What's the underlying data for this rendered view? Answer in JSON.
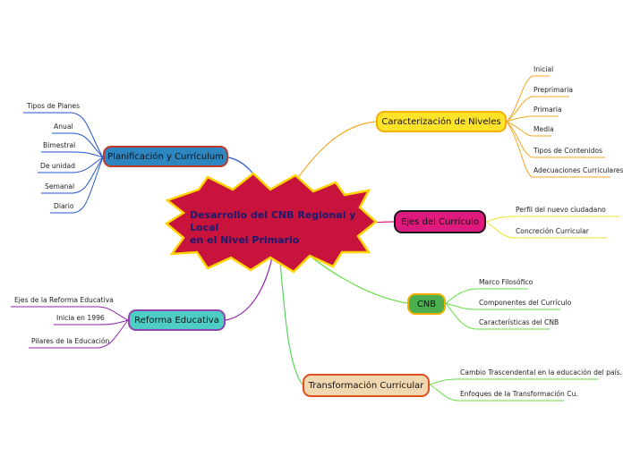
{
  "central": {
    "title_line1": "Desarrollo del CNB Regional y Local",
    "title_line2": "en el Nivel Primario",
    "fill": "#c8143c",
    "stroke": "#ffd400"
  },
  "branches": [
    {
      "id": "caracterizacion",
      "label": "Caracterización de Niveles",
      "fill": "#ffe32b",
      "border": "#f1b000",
      "line_color": "#f5a623",
      "leaves": [
        "Inicial",
        "Preprimaria",
        "Primaria",
        "Media",
        "Tipos de Contenidos",
        "Adecuaciones Curriculares"
      ]
    },
    {
      "id": "ejes",
      "label": "Ejes del Currículo",
      "fill": "#e0197d",
      "border": "#1a1a1a",
      "line_color": "#e0197d",
      "leaves": [
        "Perfil del nuevo ciudadano",
        "Concreción Curricular"
      ]
    },
    {
      "id": "cnb",
      "label": "CNB",
      "fill": "#4caf50",
      "border": "#f1b000",
      "line_color": "#66dd44",
      "leaves": [
        "Marco Filosófico",
        "Componentes del Currículo",
        "Características del CNB"
      ]
    },
    {
      "id": "transformacion",
      "label": "Transformación Curricular",
      "fill": "#f2d8b0",
      "border": "#e05020",
      "line_color": "#5ad65a",
      "leaves": [
        "Cambio Trascendental en la educación del país.",
        "Enfoques de la Transformación Cu."
      ]
    },
    {
      "id": "planificacion",
      "label": "Planificación y Currículum",
      "fill": "#2e86c1",
      "border": "#c0392b",
      "line_color": "#2255cc",
      "leaves": [
        "Tipos de Planes",
        "Anual",
        "Bimestral",
        "De unidad",
        "Semanal",
        "Diario"
      ]
    },
    {
      "id": "reforma",
      "label": "Reforma Educativa",
      "fill": "#4ecdc4",
      "border": "#8e44ad",
      "line_color": "#8e24aa",
      "leaves": [
        "Ejes de la Reforma Educativa",
        "Inicia en 1996",
        "Pilares de la Educación"
      ]
    }
  ]
}
